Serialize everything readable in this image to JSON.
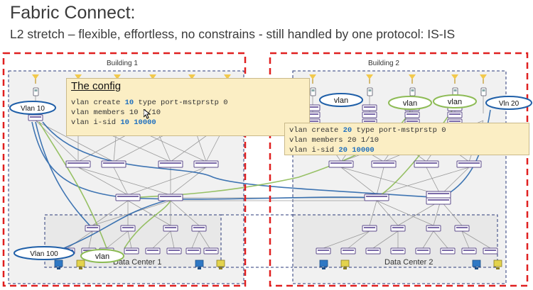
{
  "slide": {
    "title": "Fabric Connect:",
    "subtitle": "L2 stretch – flexible, effortless, no constrains - still handled by one protocol: IS-IS"
  },
  "buildings": {
    "b1_label": "Building 1",
    "b2_label": "Building 2"
  },
  "datacenters": {
    "dc1_label": "Data Center 1",
    "dc2_label": "Data Center 2"
  },
  "vlan_tags": {
    "vlan10": "Vlan 10",
    "vlan20": "Vln 20",
    "vlan100": "Vlan 100",
    "vlan_generic": "vlan"
  },
  "config1": {
    "heading": "The config",
    "l1_a": "vlan create ",
    "l1_num": "10",
    "l1_b": " type port-mstprstp 0",
    "l2": "vlan members 10 1/10",
    "l3_a": "vlan i-sid ",
    "l3_num": "10 10000"
  },
  "config2": {
    "l1_a": "vlan create ",
    "l1_num": "20",
    "l1_b": " type port-mstprstp 0",
    "l2": "vlan members 20 1/10",
    "l3_a": "vlan i-sid ",
    "l3_num": "20 10000"
  },
  "colors": {
    "red_dash": "#e02020",
    "navy_dash": "#2a3a7a",
    "vlan_blue": "#1f5fa8",
    "vlan_green": "#8dbb55",
    "device_purple": "#5b4a8a",
    "config_bg": "#fbeec4"
  }
}
